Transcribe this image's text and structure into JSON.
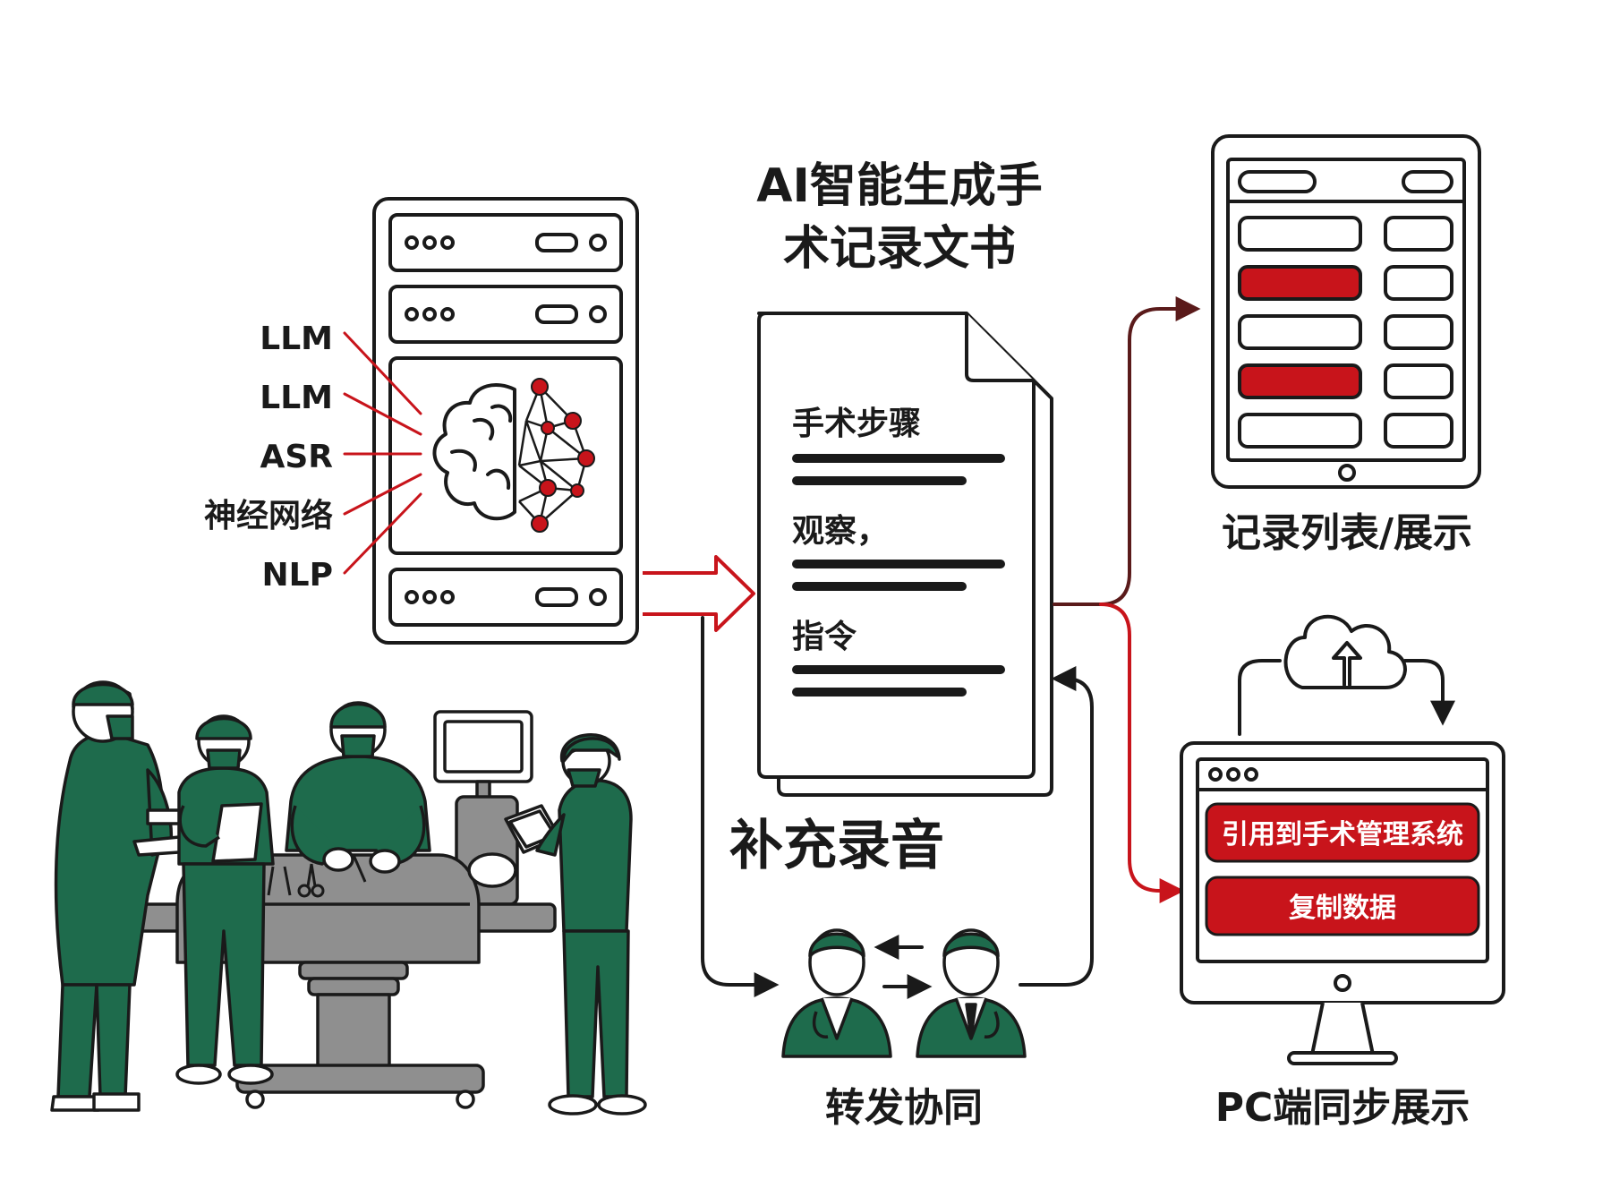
{
  "title": {
    "line1": "AI智能生成手",
    "line2": "术记录文书"
  },
  "tech_labels": [
    "LLM",
    "LLM",
    "ASR",
    "神经网络",
    "NLP"
  ],
  "document": {
    "sections": [
      "手术步骤",
      "观察，",
      "指令"
    ]
  },
  "supplement_label": "补充录音",
  "forward_label": "转发协同",
  "tablet_label": "记录列表/展示",
  "pc_label": "PC端同步展示",
  "pc_buttons": {
    "cite": "引用到手术管理系统",
    "copy": "复制数据"
  },
  "colors": {
    "accent_red": "#c8141b",
    "dark_red": "#5a1a1a",
    "surgeon_green": "#1e6b4c",
    "outline": "#1a1a1a",
    "table_gray": "#8f8f8f"
  }
}
